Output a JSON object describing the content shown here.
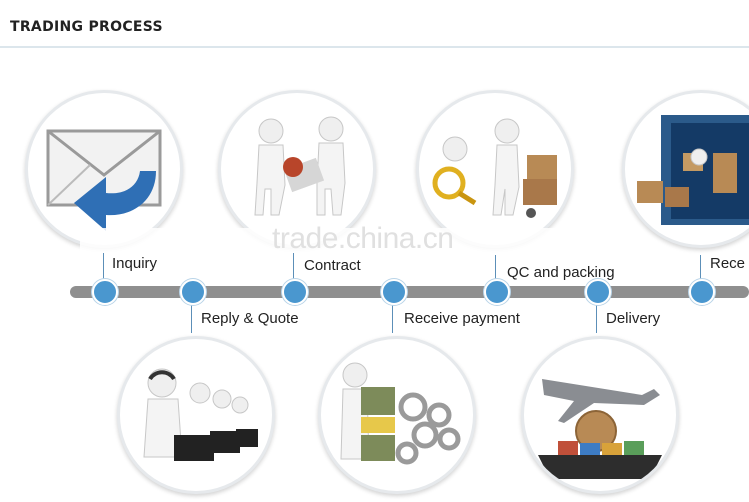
{
  "header": {
    "title": "TRADING  PROCESS"
  },
  "watermark": "trade.china.cn",
  "steps": {
    "inquiry": "Inquiry",
    "reply_quote": "Reply & Quote",
    "contract": "Contract",
    "receive_payment": "Receive payment",
    "qc_packing": "QC and packing",
    "delivery": "Delivery",
    "receive_partial": "Rece"
  },
  "colors": {
    "timeline": "#8f8f8f",
    "node": "#4a97cf",
    "envelope_arrow": "#2f6fb5",
    "money": "#7d8b5a",
    "cargo": "#b88a55"
  },
  "icons": {
    "inquiry": "envelope-reply-icon",
    "contract": "handshake-seal-icon",
    "qc": "magnifier-inspection-icon",
    "container": "shipping-container-icon",
    "reply": "call-center-icon",
    "payment": "money-gears-icon",
    "delivery": "airplane-ship-globe-icon"
  }
}
